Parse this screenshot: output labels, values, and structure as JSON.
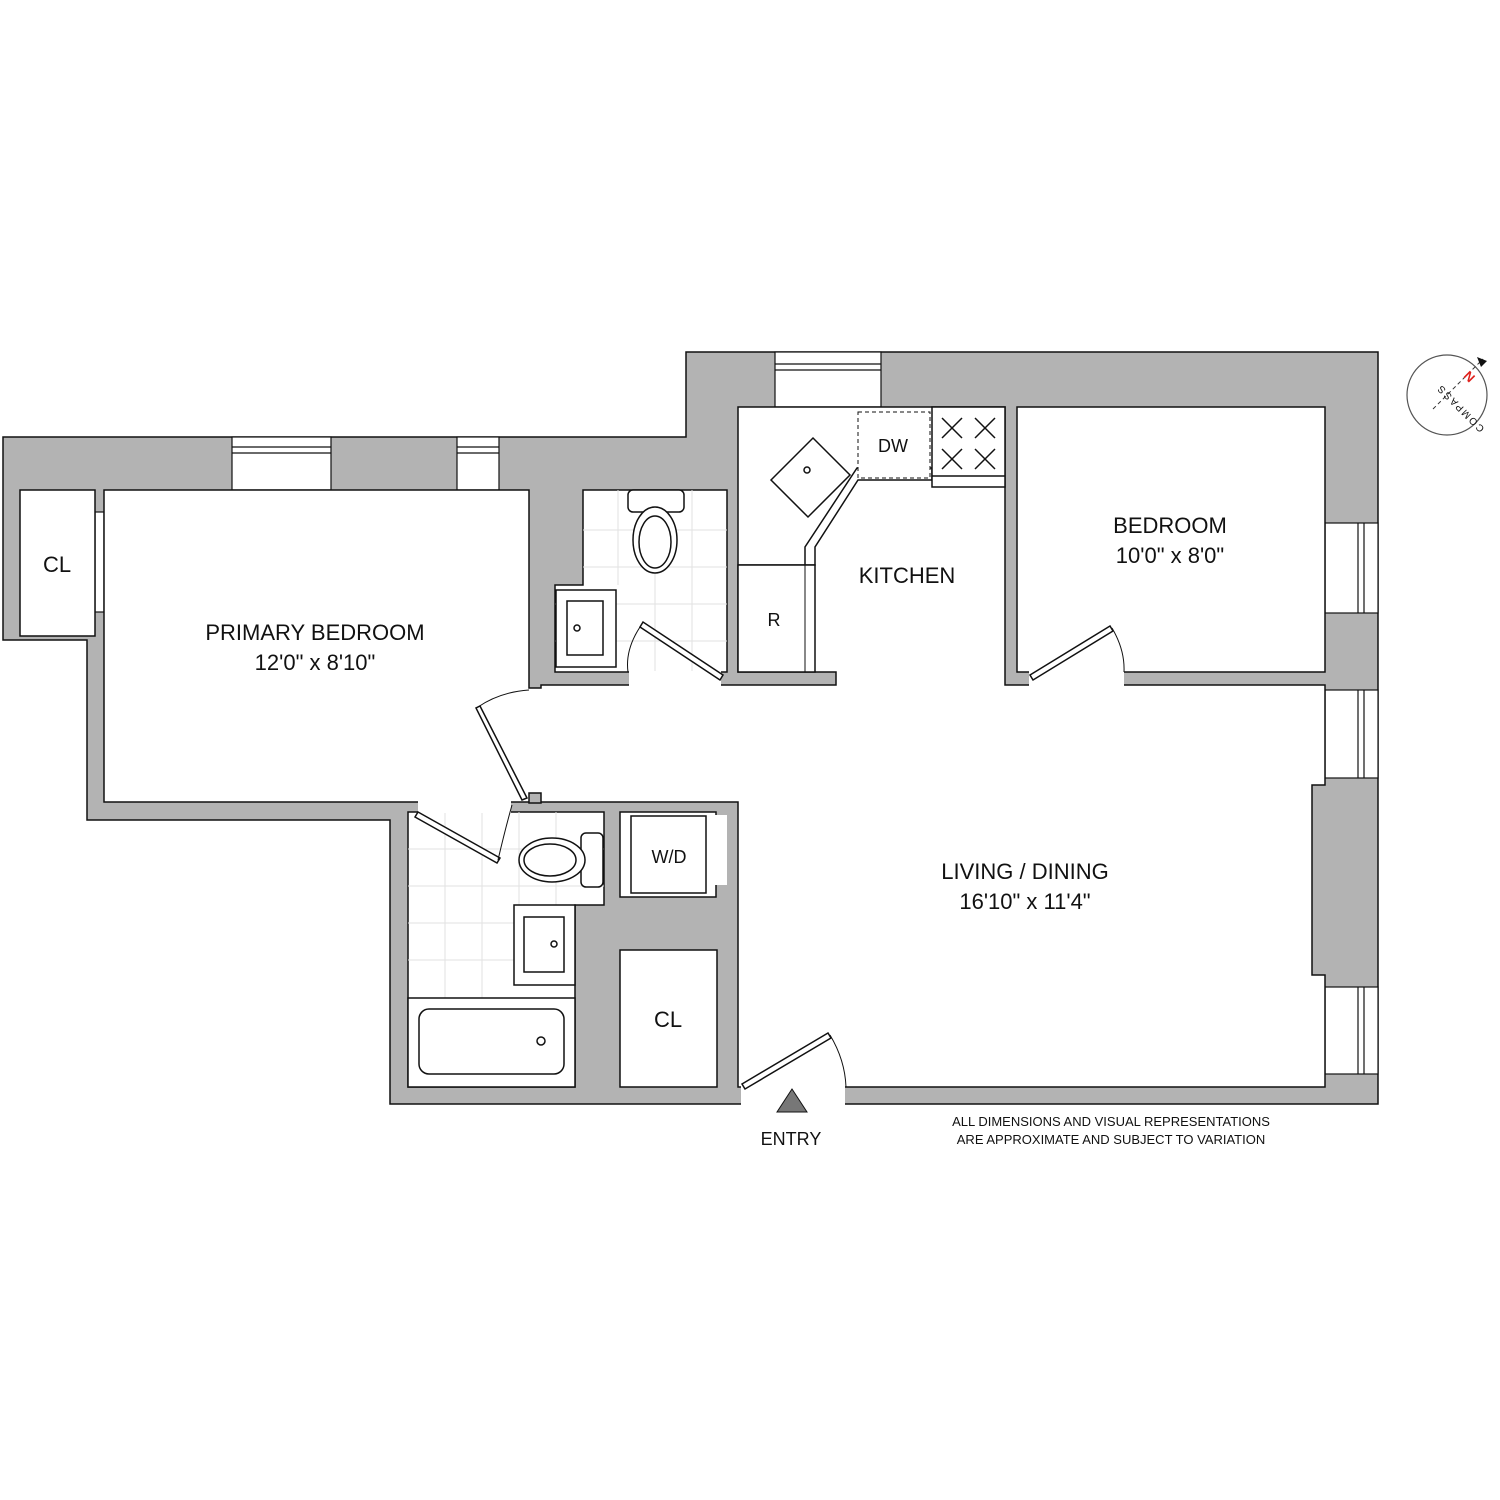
{
  "rooms": {
    "primary_bedroom": {
      "name": "PRIMARY BEDROOM",
      "dims": "12'0\" x 8'10\""
    },
    "bedroom": {
      "name": "BEDROOM",
      "dims": "10'0\" x 8'0\""
    },
    "kitchen": {
      "name": "KITCHEN"
    },
    "living": {
      "name": "LIVING / DINING",
      "dims": "16'10\" x 11'4\""
    },
    "closet_left": {
      "name": "CL"
    },
    "closet_entry": {
      "name": "CL"
    },
    "washer_dryer": {
      "name": "W/D"
    }
  },
  "fixtures": {
    "dishwasher": "DW",
    "refrigerator": "R"
  },
  "entry": {
    "label": "ENTRY"
  },
  "disclaimer": {
    "line1": "ALL DIMENSIONS AND VISUAL REPRESENTATIONS",
    "line2": "ARE APPROXIMATE AND SUBJECT TO VARIATION"
  },
  "compass": {
    "north": "N",
    "label": "COMPASS",
    "north_color": "#e0201b"
  },
  "colors": {
    "wall": "#b3b3b3",
    "line": "#111111"
  }
}
